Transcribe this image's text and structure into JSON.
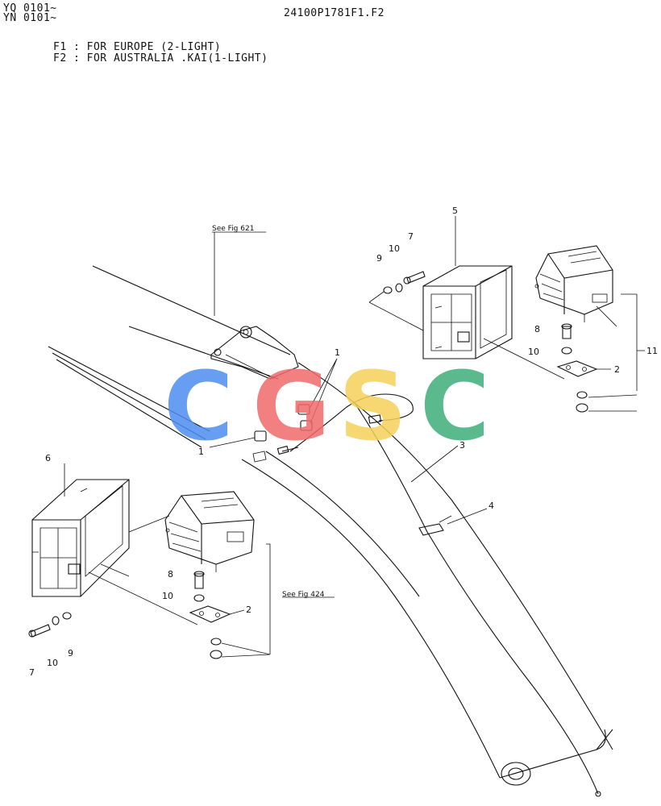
{
  "header": {
    "serial_1": "YQ 0101~",
    "serial_2": "YN 0101~",
    "part_number": "24100P1781F1.F2"
  },
  "notes": [
    "F1 : FOR EUROPE (2-LIGHT)",
    "F2 : FOR AUSTRALIA .KAI(1-LIGHT)"
  ],
  "references": {
    "fig_621": "See Fig 621",
    "fig_424": "See Fig 424"
  },
  "callouts": {
    "c1a": "1",
    "c1b": "1",
    "c2a": "2",
    "c2b": "2",
    "c3": "3",
    "c4": "4",
    "c5": "5",
    "c6": "6",
    "c7a": "7",
    "c7b": "7",
    "c8a": "8",
    "c8b": "8",
    "c9a": "9",
    "c9b": "9",
    "c10a": "10",
    "c10b": "10",
    "c10c": "10",
    "c10d": "10",
    "c11": "11"
  },
  "watermark": {
    "letters": [
      "C",
      "G",
      "S",
      "C"
    ],
    "colors": [
      "#4d8ef0",
      "#f06a6a",
      "#f5d15a",
      "#3fae7a"
    ]
  }
}
